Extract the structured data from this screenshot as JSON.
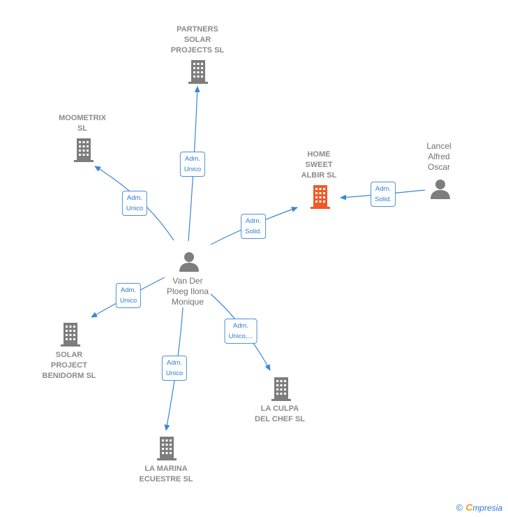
{
  "colors": {
    "company": "#7d7d7d",
    "main_company": "#f05a28",
    "person": "#7d7d7d",
    "edge": "#3b86d6"
  },
  "nodes": {
    "partners": {
      "label": "PARTNERS\nSOLAR\nPROJECTS SL"
    },
    "moometrix": {
      "label": "MOOMETRIX\nSL"
    },
    "home": {
      "label": "HOME\nSWEET\nALBIR  SL"
    },
    "lancel": {
      "label": "Lancel\nAlfred\nOscar"
    },
    "vander": {
      "label": "Van Der\nPloeg Ilona\nMonique"
    },
    "solar": {
      "label": "SOLAR\nPROJECT\nBENIDORM SL"
    },
    "culpa": {
      "label": "LA CULPA\nDEL CHEF  SL"
    },
    "marina": {
      "label": "LA MARINA\nECUESTRE  SL"
    }
  },
  "edges": {
    "partners": "Adm.\nUnico",
    "moometrix": "Adm.\nUnico",
    "home": "Adm.\nSolid.",
    "lancel": "Adm.\nSolid.",
    "solar": "Adm.\nUnico",
    "marina": "Adm.\nUnico",
    "culpa": "Adm.\nUnico,..."
  },
  "footer": {
    "copyright": "©",
    "brand_initial": "C",
    "brand_rest": "mpresia"
  }
}
